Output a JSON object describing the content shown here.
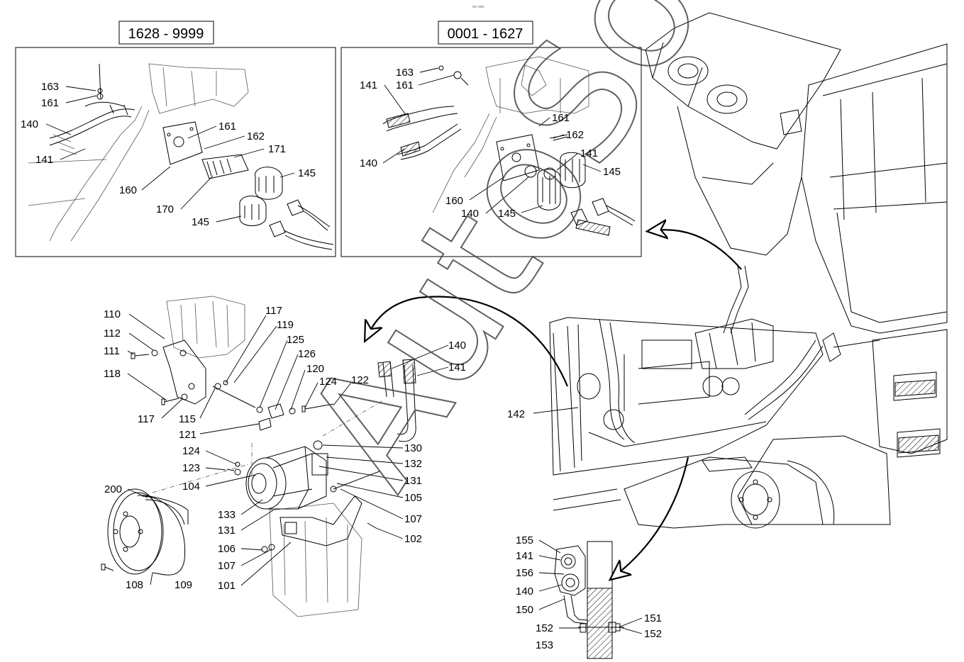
{
  "header_range_left": "1628 - 9999",
  "header_range_right": "0001 - 1627",
  "top_mark": "▫▫ ▫▫▫",
  "watermark": "AutoSoft",
  "callouts": [
    {
      "id": "c163a",
      "text": "163"
    },
    {
      "id": "c161a",
      "text": "161"
    },
    {
      "id": "c140a",
      "text": "140"
    },
    {
      "id": "c141a",
      "text": "141"
    },
    {
      "id": "c161b",
      "text": "161"
    },
    {
      "id": "c162a",
      "text": "162"
    },
    {
      "id": "c171",
      "text": "171"
    },
    {
      "id": "c145a",
      "text": "145"
    },
    {
      "id": "c160a",
      "text": "160"
    },
    {
      "id": "c170",
      "text": "170"
    },
    {
      "id": "c145b",
      "text": "145"
    },
    {
      "id": "c163b",
      "text": "163"
    },
    {
      "id": "c141b",
      "text": "141"
    },
    {
      "id": "c161c",
      "text": "161"
    },
    {
      "id": "c161d",
      "text": "161"
    },
    {
      "id": "c162b",
      "text": "162"
    },
    {
      "id": "c141c",
      "text": "141"
    },
    {
      "id": "c140b",
      "text": "140"
    },
    {
      "id": "c145c",
      "text": "145"
    },
    {
      "id": "c160b",
      "text": "160"
    },
    {
      "id": "c140c",
      "text": "140"
    },
    {
      "id": "c145d",
      "text": "145"
    },
    {
      "id": "c110",
      "text": "110"
    },
    {
      "id": "c112",
      "text": "112"
    },
    {
      "id": "c111",
      "text": "111"
    },
    {
      "id": "c118",
      "text": "118"
    },
    {
      "id": "c117a",
      "text": "117"
    },
    {
      "id": "c115",
      "text": "115"
    },
    {
      "id": "c117b",
      "text": "117"
    },
    {
      "id": "c119",
      "text": "119"
    },
    {
      "id": "c125",
      "text": "125"
    },
    {
      "id": "c126",
      "text": "126"
    },
    {
      "id": "c120",
      "text": "120"
    },
    {
      "id": "c124a",
      "text": "124"
    },
    {
      "id": "c122",
      "text": "122"
    },
    {
      "id": "c121",
      "text": "121"
    },
    {
      "id": "c140d",
      "text": "140"
    },
    {
      "id": "c141d",
      "text": "141"
    },
    {
      "id": "c124b",
      "text": "124"
    },
    {
      "id": "c123",
      "text": "123"
    },
    {
      "id": "c104",
      "text": "104"
    },
    {
      "id": "c200",
      "text": "200"
    },
    {
      "id": "c130",
      "text": "130"
    },
    {
      "id": "c132",
      "text": "132"
    },
    {
      "id": "c131a",
      "text": "131"
    },
    {
      "id": "c105",
      "text": "105"
    },
    {
      "id": "c133",
      "text": "133"
    },
    {
      "id": "c131b",
      "text": "131"
    },
    {
      "id": "c107a",
      "text": "107"
    },
    {
      "id": "c106",
      "text": "106"
    },
    {
      "id": "c102",
      "text": "102"
    },
    {
      "id": "c107b",
      "text": "107"
    },
    {
      "id": "c108",
      "text": "108"
    },
    {
      "id": "c109",
      "text": "109"
    },
    {
      "id": "c101",
      "text": "101"
    },
    {
      "id": "c142",
      "text": "142"
    },
    {
      "id": "c155",
      "text": "155"
    },
    {
      "id": "c141e",
      "text": "141"
    },
    {
      "id": "c156",
      "text": "156"
    },
    {
      "id": "c140e",
      "text": "140"
    },
    {
      "id": "c150",
      "text": "150"
    },
    {
      "id": "c151",
      "text": "151"
    },
    {
      "id": "c152a",
      "text": "152"
    },
    {
      "id": "c152b",
      "text": "152"
    },
    {
      "id": "c153",
      "text": "153"
    }
  ]
}
